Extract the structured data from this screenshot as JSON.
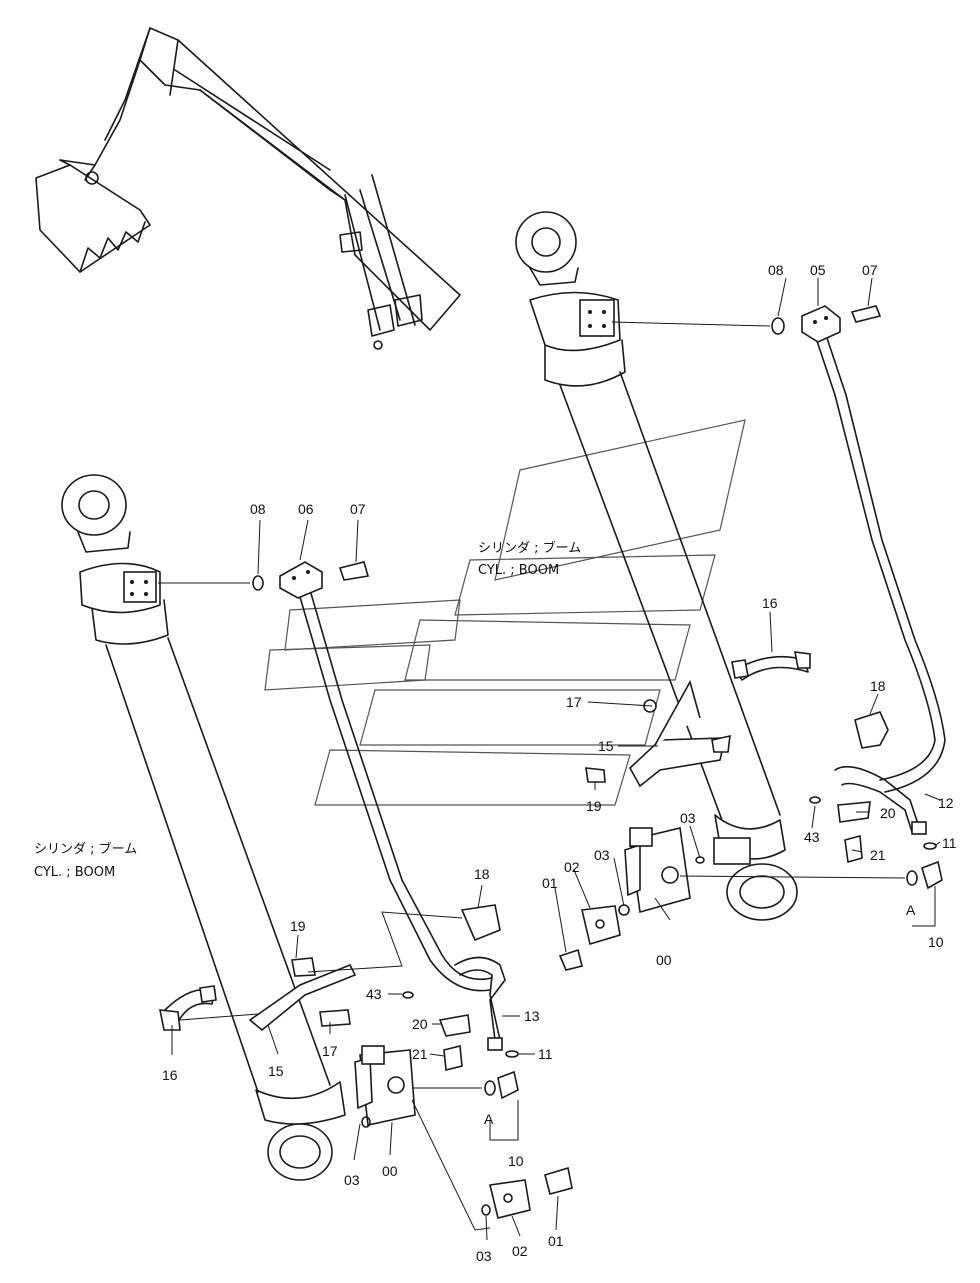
{
  "captions": {
    "right_jp": "シリンダ ; ブーム",
    "right_en": "CYL. ; BOOM",
    "left_jp": "シリンダ ; ブーム",
    "left_en": "CYL. ; BOOM"
  },
  "callouts": {
    "r08": "08",
    "r05": "05",
    "r07": "07",
    "r16": "16",
    "r17": "17",
    "r15": "15",
    "r19": "19",
    "r18": "18",
    "r43": "43",
    "r20": "20",
    "r12": "12",
    "r11": "11",
    "r21": "21",
    "r03a": "03",
    "r03b": "03",
    "r01": "01",
    "r02": "02",
    "r00": "00",
    "rA": "A",
    "r10": "10",
    "l08": "08",
    "l06": "06",
    "l07": "07",
    "l18": "18",
    "l19": "19",
    "l43": "43",
    "l13": "13",
    "l20": "20",
    "l11": "11",
    "l21": "21",
    "l16": "16",
    "l15": "15",
    "l17": "17",
    "lA": "A",
    "l10": "10",
    "l03a": "03",
    "l00": "00",
    "l03b": "03",
    "l02": "02",
    "l01": "01"
  }
}
